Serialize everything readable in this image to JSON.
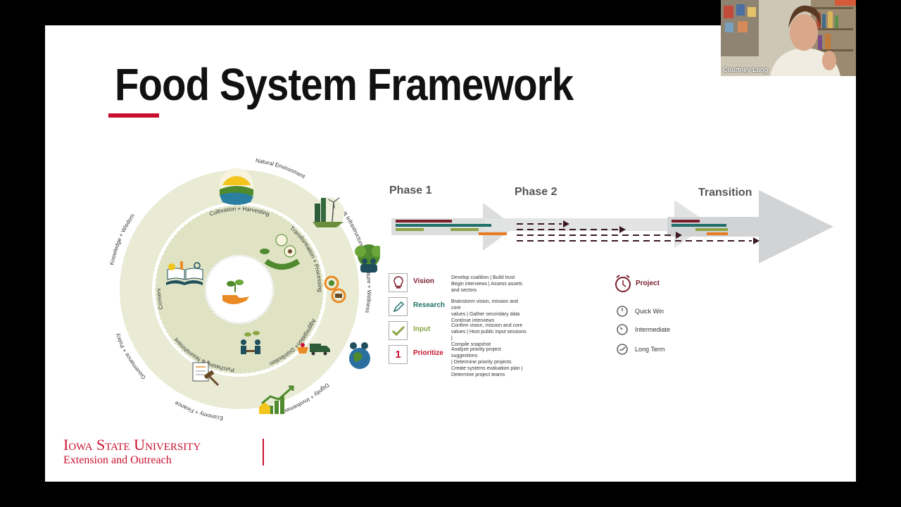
{
  "slide": {
    "title": "Food System Framework"
  },
  "wheel": {
    "outer_labels": [
      "Natural Environment",
      "Built Infrastructure",
      "Culture + Wellness",
      "Dignity + Involvement",
      "Economy + Finance",
      "Governance + Policy",
      "Knowledge + Wisdom"
    ],
    "inner_labels": [
      "Cultivation + Harvesting",
      "Transformation + Processing",
      "Aggregation+ Distribution",
      "Purchasing & Nourishment",
      "Conservation + Stewardship"
    ],
    "colors": {
      "outer_ring": "#e9ebd4",
      "inner_ring": "#dfe3c4",
      "green": "#4f8a2e",
      "orange": "#e98a24"
    }
  },
  "timeline": {
    "phases": [
      "Phase 1",
      "Phase 2",
      "Transition"
    ],
    "colors": {
      "arrow": "#d7d8d9",
      "maroon": "#7a1e2e",
      "teal": "#1f6f6a",
      "olive": "#8aa542",
      "orange": "#e87a22"
    }
  },
  "legend": {
    "items": [
      {
        "name": "Vision",
        "icon": "lightbulb-icon",
        "color": "#7a1e2e",
        "desc": "Develop coalition | Build trust\nBegin interviews | Assess assets\nand sectors"
      },
      {
        "name": "Research",
        "icon": "pencil-icon",
        "color": "#1f6f6a",
        "desc": "Brainstorm vision, mission and core\nvalues | Gather secondary data\nContinue interviews"
      },
      {
        "name": "Input",
        "icon": "checkmark-icon",
        "color": "#8aa542",
        "desc": "Confirm vision, mission and core\nvalues | Host public input sessions |\nCompile snapshot"
      },
      {
        "name": "Prioritize",
        "icon": "number-one-icon",
        "glyph": "1",
        "color": "#c8102e",
        "desc": "Analyze priority project suggestions\n| Determine priority projects\nCreate systems evaluation plan |\nDetermine project teams"
      }
    ],
    "project": {
      "title": "Project",
      "items": [
        "Quick Win",
        "Intermediate",
        "Long Term"
      ]
    }
  },
  "footer": {
    "logo_main": "Iowa State University",
    "logo_sub": "Extension and Outreach"
  },
  "video": {
    "participant_name": "Courtney Long"
  }
}
